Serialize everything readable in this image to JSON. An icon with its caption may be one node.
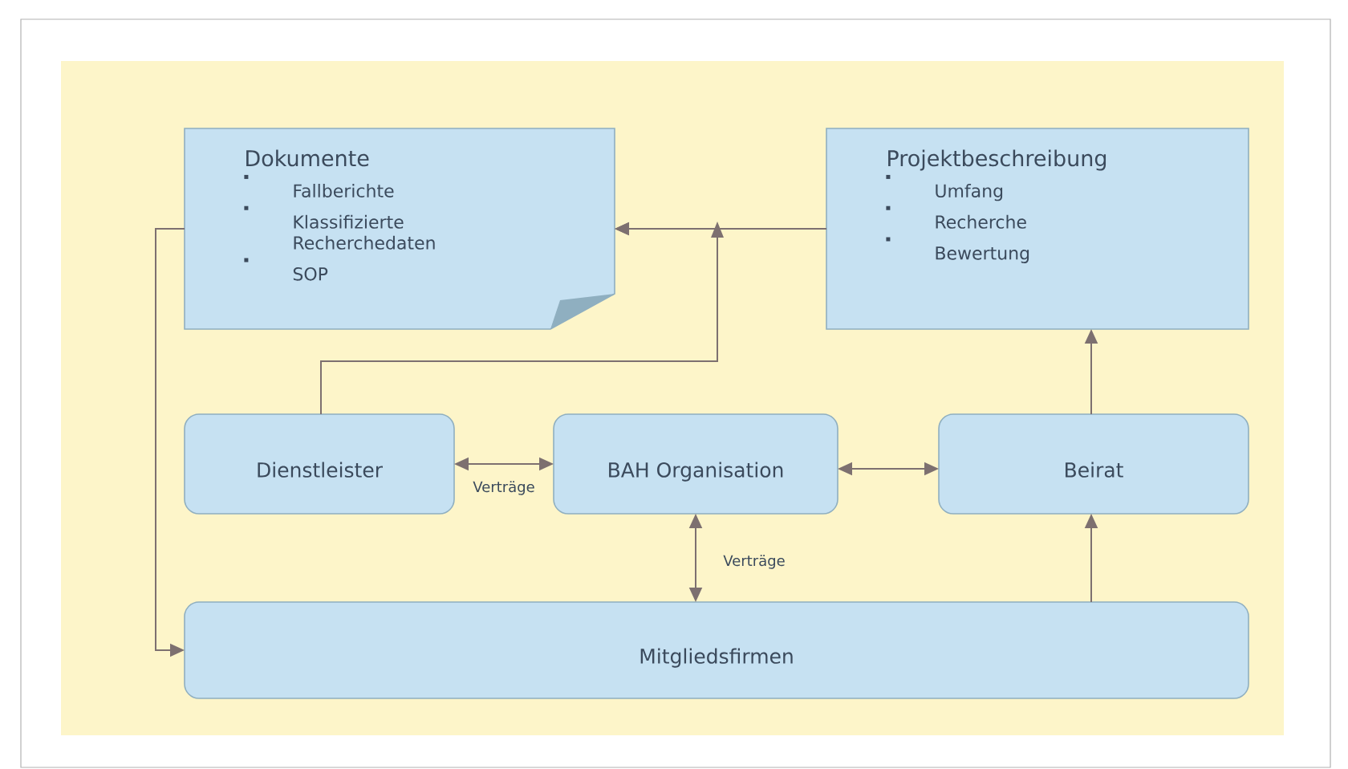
{
  "diagram": {
    "nodes": [
      {
        "text": [
          "Dokumente",
          "Fallberichte",
          "Klassifizierte Recherchedaten",
          "SOP"
        ]
      },
      {
        "text": [
          "Projektbeschreibung",
          "Umfang",
          "Recherche",
          "Bewertung"
        ]
      },
      {
        "text": [
          "Dienstleister"
        ]
      },
      {
        "text": [
          "BAH Organisation"
        ]
      },
      {
        "text": [
          "Beirat"
        ]
      },
      {
        "text": [
          "Mitgliedsfirmen"
        ]
      }
    ],
    "edges": [
      {
        "from": 1,
        "to": 0,
        "arrow": "to"
      },
      {
        "from": 2,
        "to": 0,
        "arrow": "to"
      },
      {
        "from": 0,
        "to": 5,
        "arrow": "to"
      },
      {
        "from": 2,
        "to": 3,
        "arrow": "both",
        "label": "Verträge"
      },
      {
        "from": 3,
        "to": 4,
        "arrow": "both"
      },
      {
        "from": 3,
        "to": 5,
        "arrow": "both",
        "label": "Verträge"
      },
      {
        "from": 5,
        "to": 4,
        "arrow": "to"
      },
      {
        "from": 4,
        "to": 1,
        "arrow": "to"
      }
    ]
  }
}
